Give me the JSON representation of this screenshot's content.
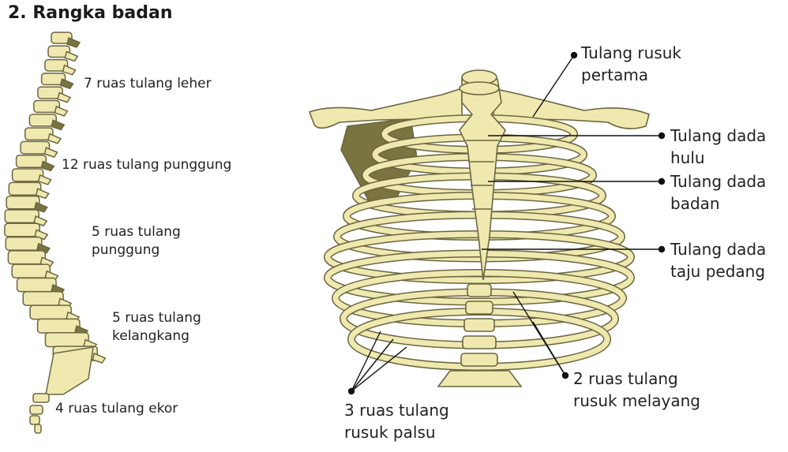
{
  "title": "2. Rangka badan",
  "spine_labels": {
    "neck": "7 ruas tulang leher",
    "thoracic": "12 ruas tulang punggung",
    "lumbar": [
      "5 ruas tulang",
      "punggung"
    ],
    "sacrum": [
      "5 ruas tulang",
      "kelangkang"
    ],
    "tail": "4 ruas tulang ekor"
  },
  "chest_labels": {
    "first_rib": [
      "Tulang rusuk",
      "pertama"
    ],
    "manubrium": [
      "Tulang dada",
      "hulu"
    ],
    "body": [
      "Tulang dada",
      "badan"
    ],
    "xiphoid": [
      "Tulang dada",
      "taju pedang"
    ],
    "false_ribs": [
      "3 ruas tulang",
      "rusuk palsu"
    ],
    "floating_ribs": [
      "2 ruas tulang",
      "rusuk melayang"
    ]
  },
  "colors": {
    "bone": "#efe9b0",
    "outline": "#6b6640",
    "shade": "#7a7440",
    "line": "#111111"
  }
}
